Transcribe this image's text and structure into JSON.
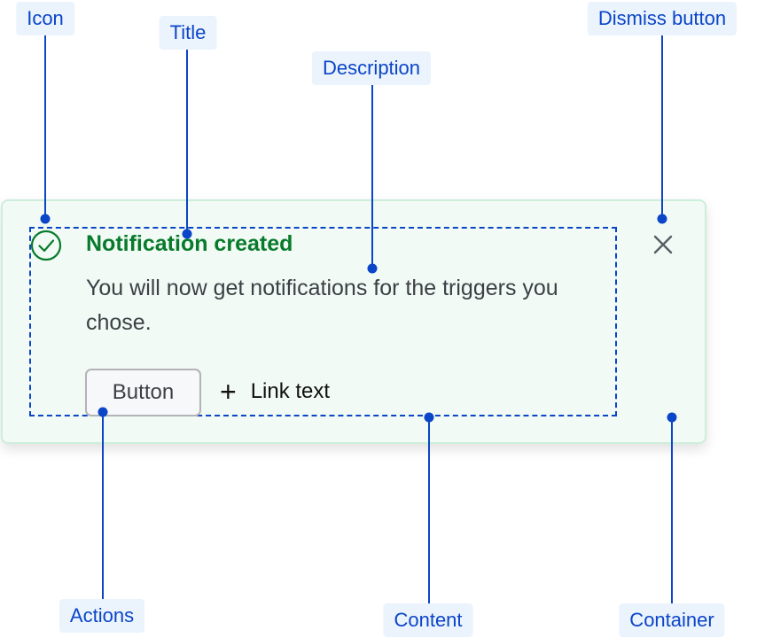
{
  "labels": {
    "icon": "Icon",
    "title": "Title",
    "description": "Description",
    "dismiss": "Dismiss button",
    "actions": "Actions",
    "content": "Content",
    "container": "Container"
  },
  "notification": {
    "status": "success",
    "icon": "check-circle-icon",
    "title": "Notification created",
    "description": "You will now get notifications for the triggers you chose.",
    "button_label": "Button",
    "link_label": "Link text",
    "link_icon": "plus-icon",
    "dismiss_icon": "close-icon"
  },
  "colors": {
    "annotation": "#0b45c8",
    "label_bg": "#ebf3fd",
    "success": "#087a2b",
    "container_bg": "#f1faf4",
    "container_border": "#cdeedb"
  }
}
